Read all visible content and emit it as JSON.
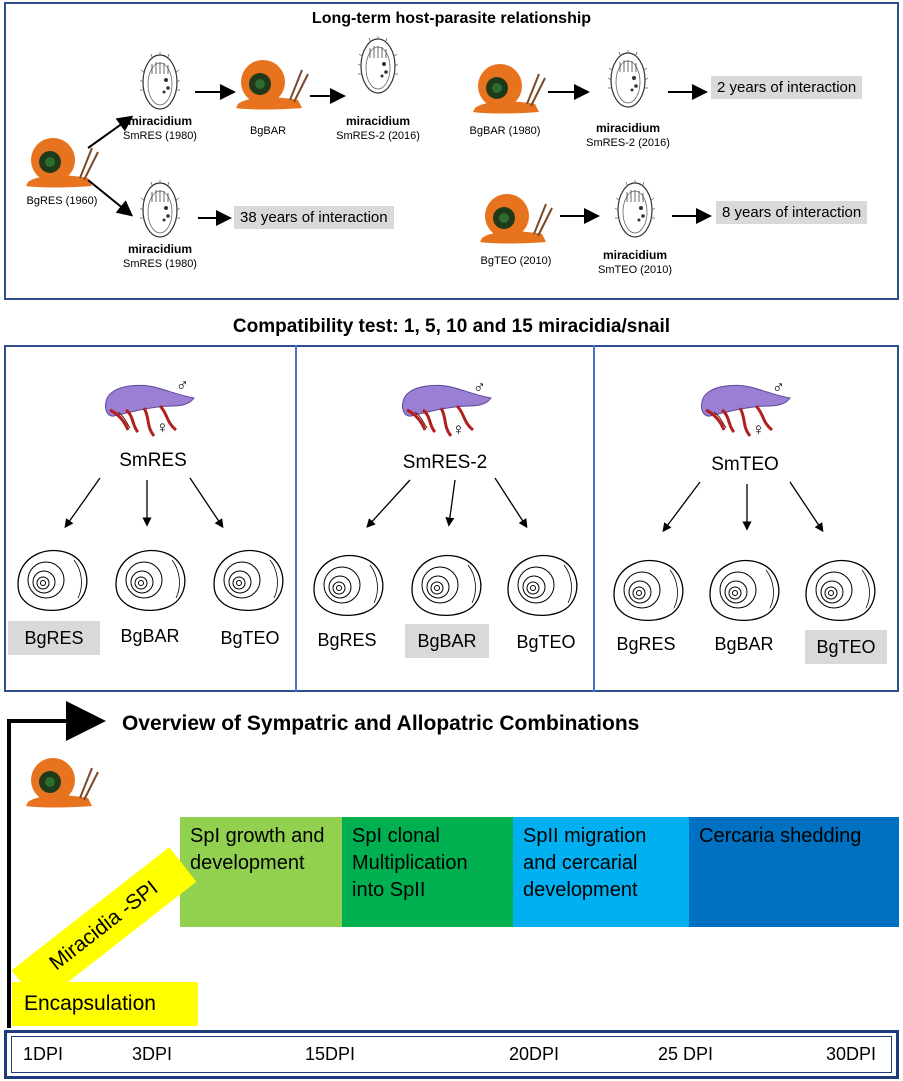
{
  "top_panel": {
    "title": "Long-term host-parasite relationship",
    "snail_bgres": "BgRES (1960)",
    "mira_label": "miracidium",
    "smres_1980_a": "SmRES (1980)",
    "smres_1980_b": "SmRES (1980)",
    "bgbar": "BgBAR",
    "smres2_2016_a": "SmRES-2 (2016)",
    "bgbar_1980": "BgBAR (1980)",
    "smres2_2016_b": "SmRES-2 (2016)",
    "bgteo_2010": "BgTEO (2010)",
    "smteo_2010": "SmTEO (2010)",
    "years_38": "38 years of interaction",
    "years_2": "2 years of interaction",
    "years_8": "8 years of interaction"
  },
  "middle": {
    "title": "Compatibility test: 1, 5, 10 and 15 miracidia/snail",
    "male_symbol": "♂",
    "female_symbol": "♀",
    "groups": [
      {
        "parasite": "SmRES",
        "snails": [
          "BgRES",
          "BgBAR",
          "BgTEO"
        ],
        "highlight": 0
      },
      {
        "parasite": "SmRES-2",
        "snails": [
          "BgRES",
          "BgBAR",
          "BgTEO"
        ],
        "highlight": 1
      },
      {
        "parasite": "SmTEO",
        "snails": [
          "BgRES",
          "BgBAR",
          "BgTEO"
        ],
        "highlight": 2
      }
    ]
  },
  "bottom": {
    "title": "Overview of Sympatric and Allopatric Combinations",
    "stages": [
      {
        "label": "SpI growth and development",
        "color": "#92d050"
      },
      {
        "label": "SpI clonal Multiplication into SpII",
        "color": "#00b050"
      },
      {
        "label": "SpII migration and cercarial development",
        "color": "#00b0f0"
      },
      {
        "label": "Cercaria shedding",
        "color": "#0070c0"
      }
    ],
    "miracidia_label": "Miracidia -SPI",
    "encapsulation_label": "Encapsulation",
    "dpi_labels": [
      "1DPI",
      "3DPI",
      "15DPI",
      "20DPI",
      "25 DPI",
      "30DPI"
    ]
  },
  "colors": {
    "frame": "#2f4f8f",
    "snail_shell": "#e8731f",
    "snail_body": "#e8731f",
    "worm_male": "#9b7fd4",
    "worm_female": "#b0201c",
    "highlight_gray": "#d9d9d9",
    "yellow": "#ffff00"
  }
}
